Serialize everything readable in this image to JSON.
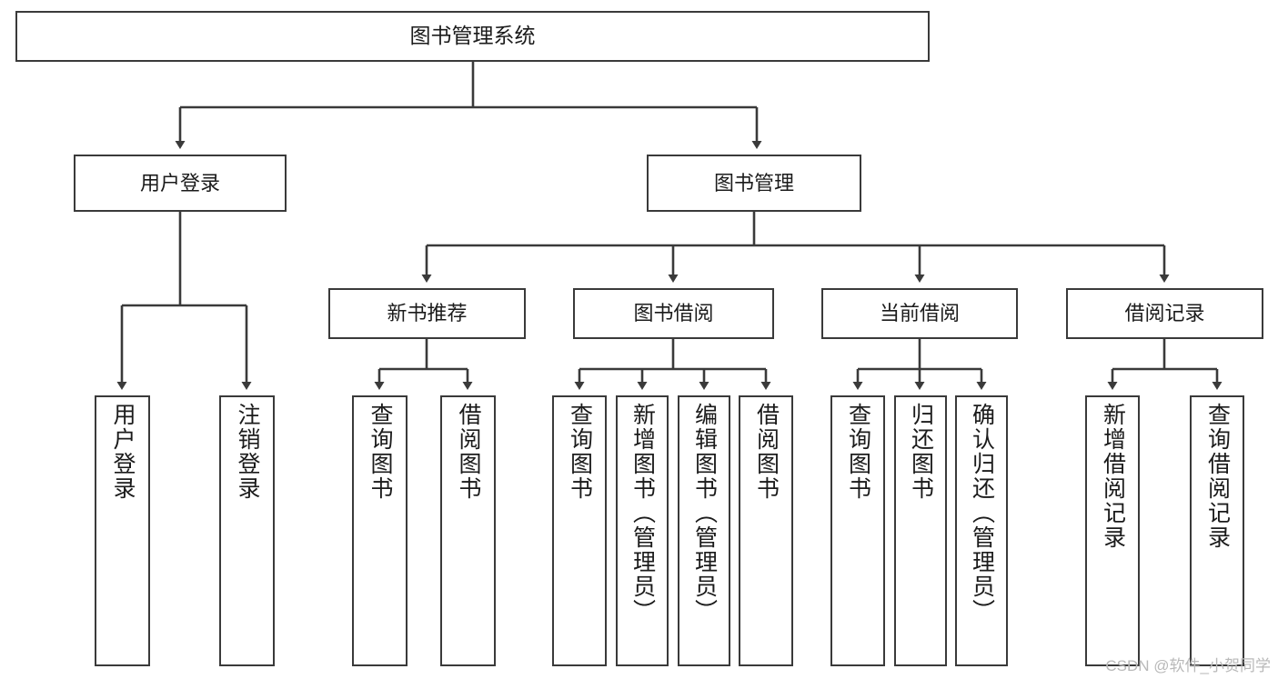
{
  "diagram": {
    "title": "图书管理系统",
    "type": "hierarchy-tree",
    "watermark": "CSDN @软件_小贺同学",
    "colors": {
      "box_border": "#3a3a3a",
      "box_fill": "#ffffff",
      "connector": "#3a3a3a",
      "text": "#1b1b1b",
      "watermark": "#b9b9b9"
    },
    "nodes": {
      "root": {
        "label": "图书管理系统"
      },
      "level2": [
        {
          "label": "用户登录"
        },
        {
          "label": "图书管理"
        }
      ],
      "level3": [
        {
          "label": "新书推荐"
        },
        {
          "label": "图书借阅"
        },
        {
          "label": "当前借阅"
        },
        {
          "label": "借阅记录"
        }
      ],
      "leaves": {
        "user_login": [
          {
            "label": "用户登录"
          },
          {
            "label": "注销登录"
          }
        ],
        "new_book_recommend": [
          {
            "label": "查询图书"
          },
          {
            "label": "借阅图书"
          }
        ],
        "book_borrow": [
          {
            "label": "查询图书"
          },
          {
            "label": "新增图书（管理员）"
          },
          {
            "label": "编辑图书（管理员）"
          },
          {
            "label": "借阅图书"
          }
        ],
        "current_borrow": [
          {
            "label": "查询图书"
          },
          {
            "label": "归还图书"
          },
          {
            "label": "确认归还（管理员）"
          }
        ],
        "borrow_record": [
          {
            "label": "新增借阅记录"
          },
          {
            "label": "查询借阅记录"
          }
        ]
      }
    }
  }
}
